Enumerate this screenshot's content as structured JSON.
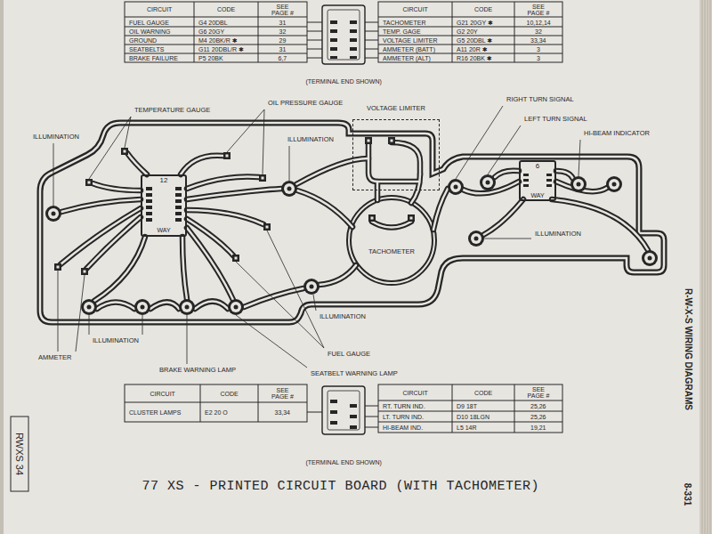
{
  "diagram": {
    "caption": "77 XS - PRINTED CIRCUIT BOARD (WITH TACHOMETER)",
    "nodes": [
      {
        "text": [
          "12",
          "WAY"
        ]
      },
      {
        "text": [
          "VOLTAGE LIMITER"
        ]
      },
      {
        "text": [
          "6",
          "WAY"
        ]
      }
    ],
    "labels": [
      "CIRCUIT",
      "CODE",
      "SEE PAGE #",
      "FUEL GAUGE",
      "G4 20DBL",
      "31",
      "OIL WARNING",
      "G6 20GY",
      "32",
      "GROUND",
      "M4 20BK/R ✱",
      "29",
      "SEATBELTS",
      "G11 20DBL/R ✱",
      "31",
      "BRAKE FAILURE",
      "P5 20BK",
      "6,7",
      "CIRCUIT",
      "CODE",
      "SEE PAGE #",
      "TACHOMETER",
      "G21 20GY ✱",
      "10,12,14",
      "TEMP. GAGE",
      "G2 20Y",
      "32",
      "VOLTAGE LIMITER",
      "G5 20DBL ✱",
      "33,34",
      "AMMETER (BATT)",
      "A11 20R ✱",
      "3",
      "AMMETER (ALT)",
      "R16 20BK ✱",
      "3",
      "(TERMINAL END SHOWN)",
      "TEMPERATURE GAUGE",
      "OIL PRESSURE GAUGE",
      "ILLUMINATION",
      "ILLUMINATION",
      "RIGHT TURN SIGNAL",
      "LEFT TURN SIGNAL",
      "HI-BEAM INDICATOR",
      "ILLUMINATION",
      "TACHOMETER",
      "ILLUMINATION",
      "ILLUMINATION",
      "AMMETER",
      "BRAKE WARNING LAMP",
      "FUEL GAUGE",
      "SEATBELT WARNING LAMP",
      "CIRCUIT",
      "CODE",
      "SEE PAGE #",
      "CLUSTER LAMPS",
      "E2 20 O",
      "33,34",
      "CIRCUIT",
      "CODE",
      "SEE PAGE #",
      "RT. TURN IND.",
      "D9 18T",
      "25,26",
      "LT. TURN IND.",
      "D10 18LGN",
      "25,26",
      "HI-BEAM IND.",
      "L5 14R",
      "19,21",
      "(TERMINAL END SHOWN)",
      "R-W-X-S WIRING DIAGRAMS",
      "8-331",
      "RWXS 34"
    ]
  }
}
